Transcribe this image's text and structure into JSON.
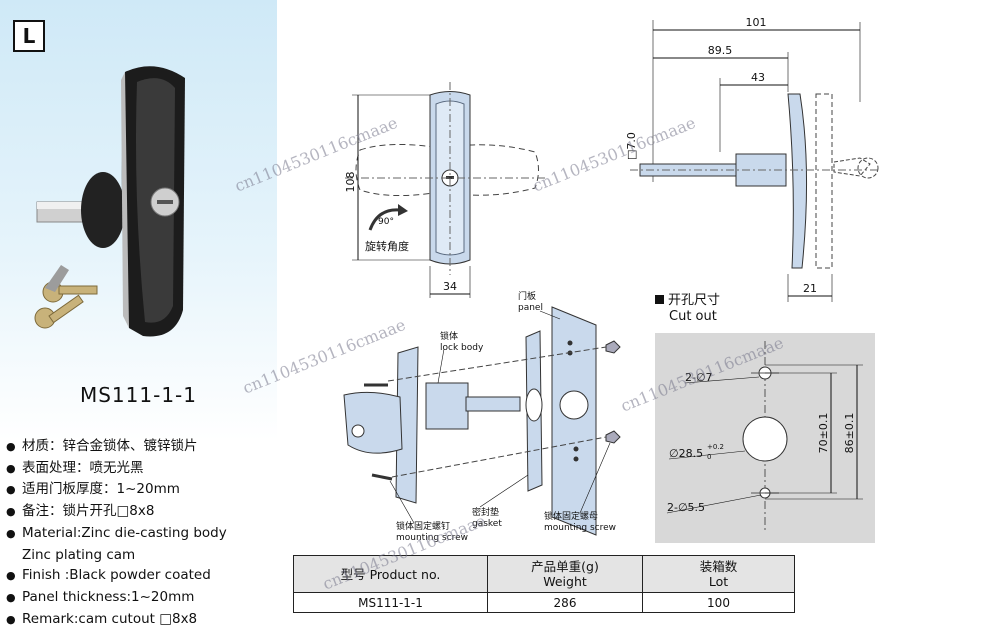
{
  "product": {
    "badge": "L",
    "model": "MS111-1-1",
    "specs": [
      "材质：锌合金锁体、镀锌锁片",
      "表面处理：喷无光黑",
      "适用门板厚度：1~20mm",
      "备注：锁片开孔□8x8",
      "Material:Zinc die-casting body"
    ],
    "spec_continuation": "Zinc plating cam",
    "specs_en": [
      "Finish :Black powder coated",
      "Panel thickness:1~20mm",
      "Remark:cam cutout □8x8"
    ]
  },
  "front_view": {
    "height_dim": "108",
    "width_dim": "34",
    "rotation_label": "旋转角度",
    "rotation_angle": "90°"
  },
  "side_view": {
    "dims": [
      "101",
      "89.5",
      "43",
      "21"
    ],
    "cam_dim": "□7.0"
  },
  "exploded_view": {
    "labels": [
      {
        "cn": "门板",
        "en": "panel"
      },
      {
        "cn": "锁体",
        "en": "lock body"
      },
      {
        "cn": "锁体固定螺钉",
        "en": "mounting screw"
      },
      {
        "cn": "密封垫",
        "en": "gasket"
      },
      {
        "cn": "锁体固定螺母",
        "en": "mounting screw"
      }
    ]
  },
  "cutout": {
    "title_cn": "开孔尺寸",
    "title_en": "Cut out",
    "hole_top": "2-∅7",
    "hole_center": "∅28.5",
    "hole_center_tol_up": "+0.2",
    "hole_center_tol_low": "0",
    "hole_bottom": "2-∅5.5",
    "dim_inner": "70±0.1",
    "dim_outer": "86±0.1"
  },
  "table": {
    "headers": [
      {
        "cn": "型号",
        "en": "Product no."
      },
      {
        "cn": "产品单重(g)",
        "en": "Weight"
      },
      {
        "cn": "装箱数",
        "en": "Lot"
      }
    ],
    "row": [
      "MS111-1-1",
      "286",
      "100"
    ]
  },
  "watermark": "cn1104530116cmaae",
  "colors": {
    "panel_blue": "#cfe9f7",
    "part_blue": "#c9d9ec",
    "cutout_bg": "#d8d8d8"
  }
}
